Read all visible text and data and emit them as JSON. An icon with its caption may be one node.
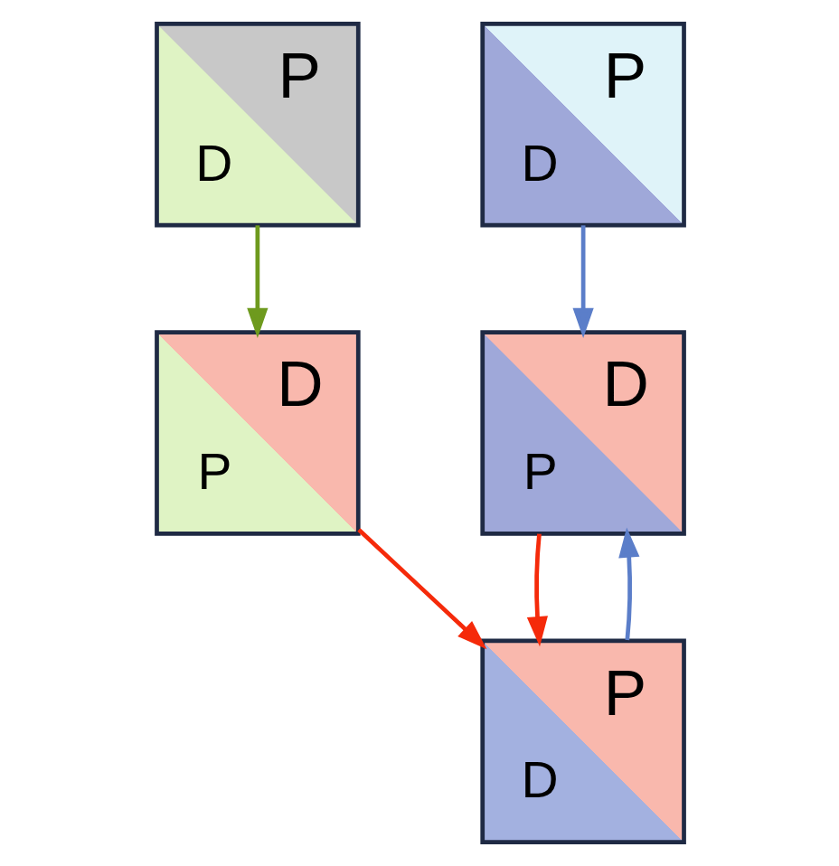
{
  "diagram": {
    "nodes": [
      {
        "text": [
          "D",
          "P"
        ]
      },
      {
        "text": [
          "P",
          "D"
        ]
      },
      {
        "text": [
          "P",
          "D"
        ]
      },
      {
        "text": [
          "D",
          "P"
        ]
      },
      {
        "text": [
          "P",
          "D"
        ]
      }
    ],
    "edges": [
      {
        "from": 0,
        "to": 1,
        "arrow": "to",
        "color": "#f52a0a"
      },
      {
        "from": 1,
        "to": 0,
        "arrow": "to",
        "color": "#5b7ec9"
      },
      {
        "from": 2,
        "to": 0,
        "arrow": "to",
        "color": "#5b7ec9"
      },
      {
        "from": 3,
        "to": 1,
        "arrow": "to",
        "color": "#f52a0a"
      },
      {
        "from": 4,
        "to": 3,
        "arrow": "to",
        "color": "#6e9a1e"
      }
    ]
  }
}
